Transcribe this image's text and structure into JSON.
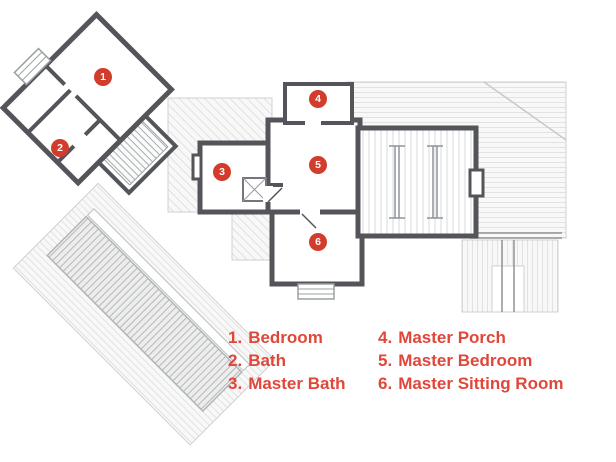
{
  "plan": {
    "markers": [
      {
        "label": "1"
      },
      {
        "label": "2"
      },
      {
        "label": "3"
      },
      {
        "label": "4"
      },
      {
        "label": "5"
      },
      {
        "label": "6"
      }
    ]
  },
  "legend": {
    "col1": [
      {
        "number": "1.",
        "label": "Bedroom"
      },
      {
        "number": "2.",
        "label": "Bath"
      },
      {
        "number": "3.",
        "label": "Master Bath"
      }
    ],
    "col2": [
      {
        "number": "4.",
        "label": "Master Porch"
      },
      {
        "number": "5.",
        "label": "Master Bedroom"
      },
      {
        "number": "6.",
        "label": "Master Sitting Room"
      }
    ]
  },
  "colors": {
    "marker_fill": "#d23c2c",
    "marker_number": "#ffffff",
    "legend_text": "#e0473a",
    "wall": "#54555a",
    "roof_fill": "#f8f8f8",
    "roof_hatch": "#e2e2e2"
  }
}
